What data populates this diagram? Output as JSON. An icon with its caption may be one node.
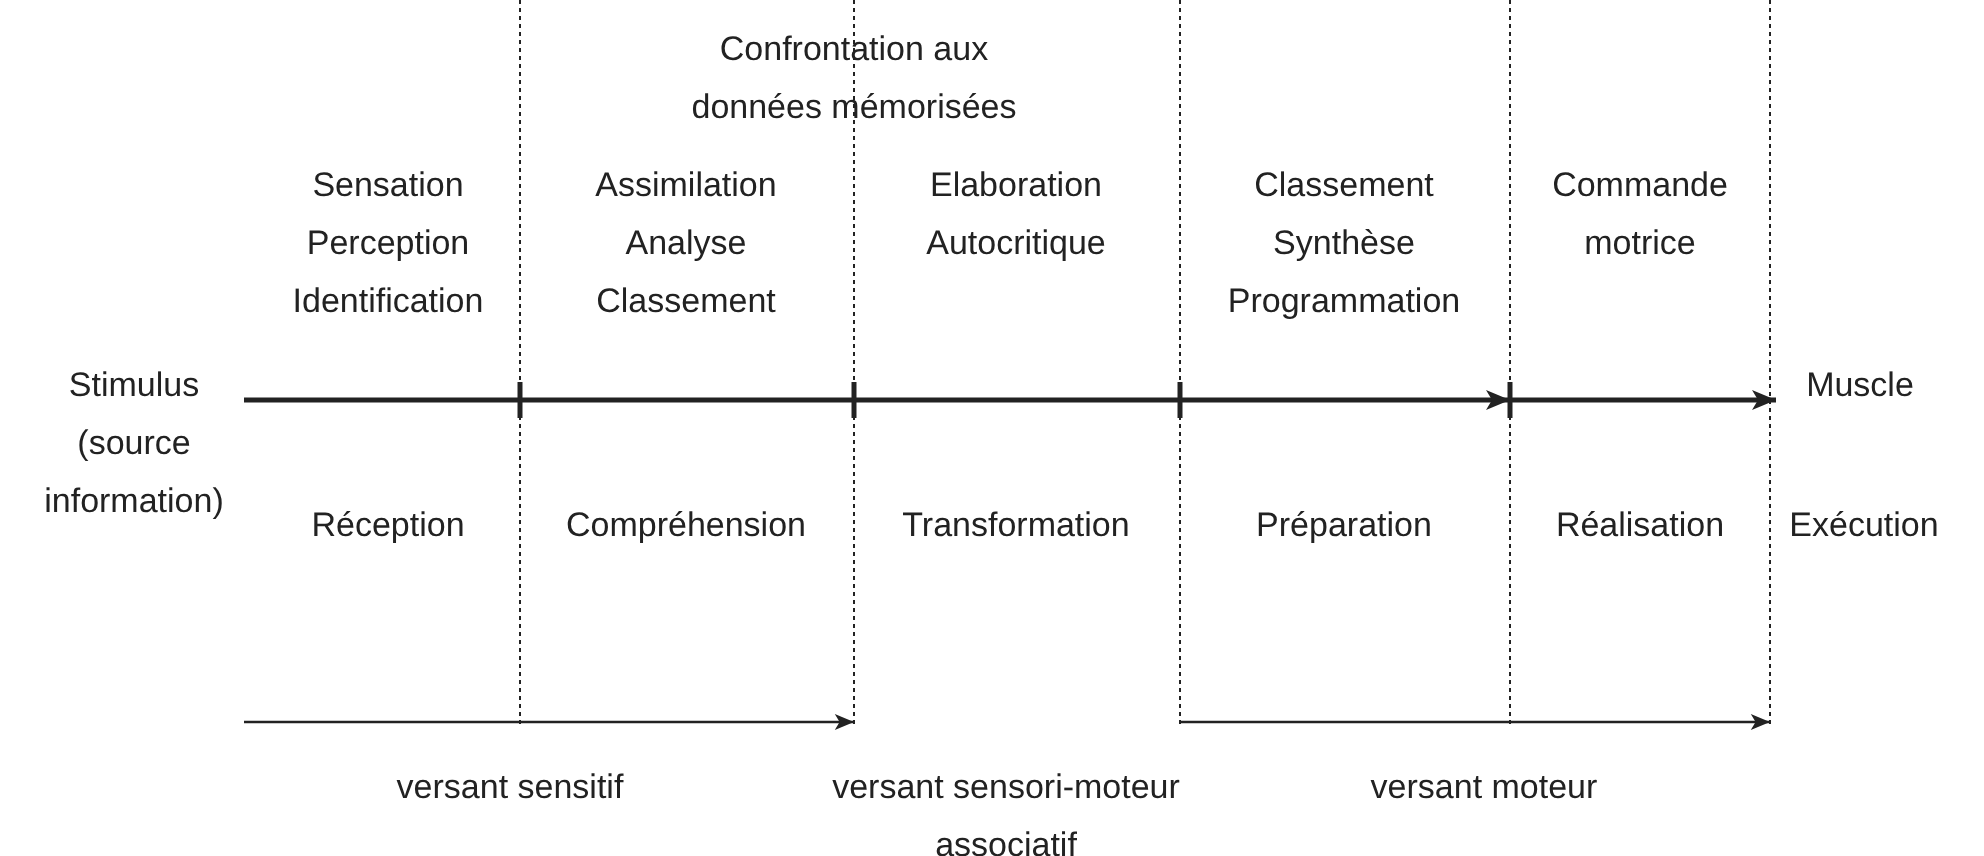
{
  "diagram": {
    "nodes": [
      {
        "text": [
          "Stimulus (source information)"
        ]
      },
      {
        "text": [
          "Muscle"
        ]
      }
    ],
    "edges": [
      {
        "from": 0,
        "to": 1,
        "arrow": "to"
      }
    ],
    "labels": [
      "Confrontation aux données mémorisées",
      "Sensation Perception Identification",
      "Assimilation Analyse Classement",
      "Elaboration Autocritique",
      "Classement Synthèse Programmation",
      "Commande motrice",
      "Réception",
      "Compréhension",
      "Transformation",
      "Préparation",
      "Réalisation",
      "Exécution",
      "versant sensitif",
      "versant sensori-moteur associatif",
      "versant moteur"
    ]
  }
}
